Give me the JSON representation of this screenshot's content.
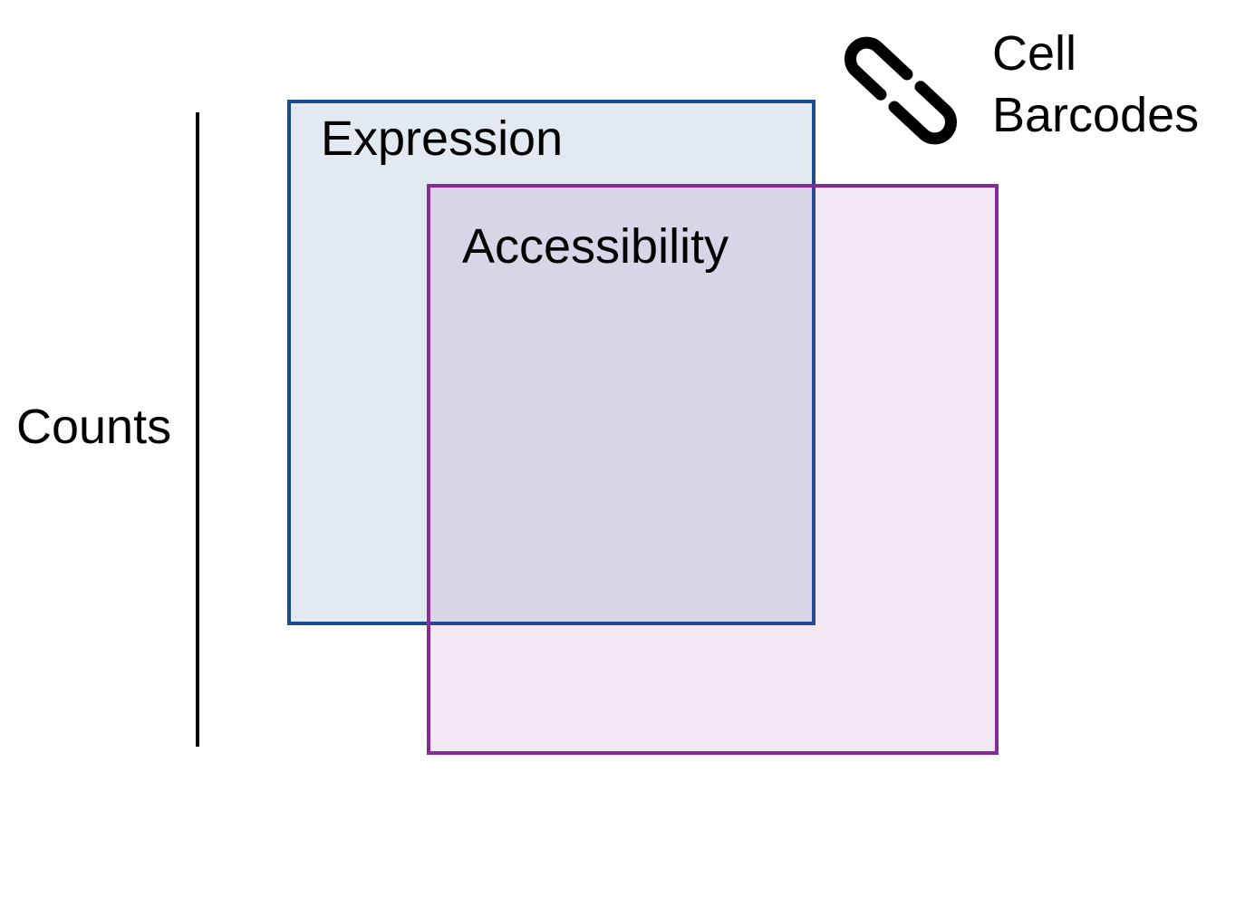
{
  "diagram": {
    "title_semantic": "Single-cell multiome matrices sharing cell barcodes",
    "background_color": "#ffffff",
    "axis": {
      "label": "Counts",
      "line_color": "#000000"
    },
    "boxes": [
      {
        "id": "expression",
        "label": "Expression",
        "border_color": "#1c4c90",
        "fill_color": "#e4ebf4"
      },
      {
        "id": "accessibility",
        "label": "Accessibility",
        "border_color": "#872b97",
        "fill_color": "#f2e6f5"
      }
    ],
    "overlap_fill_color": "#d9d5e6",
    "legend": {
      "icon": "chain-link-icon",
      "icon_color": "#000000",
      "label_line1": "Cell",
      "label_line2": "Barcodes"
    }
  }
}
